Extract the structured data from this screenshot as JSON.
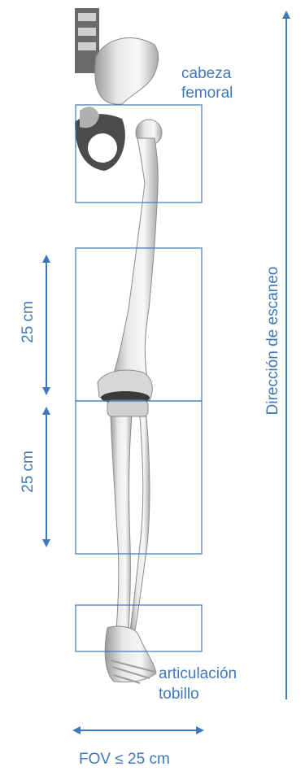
{
  "colors": {
    "accent": "#3f78b9",
    "bone": "#d9d9d9"
  },
  "labels": {
    "femoral_head": [
      "cabeza",
      "femoral"
    ],
    "scan_direction": "Dirección de escaneo",
    "segment_upper": "25 cm",
    "segment_lower": "25 cm",
    "ankle_joint": [
      "articulación",
      "tobillo"
    ],
    "fov": "FOV ≤ 25 cm"
  }
}
